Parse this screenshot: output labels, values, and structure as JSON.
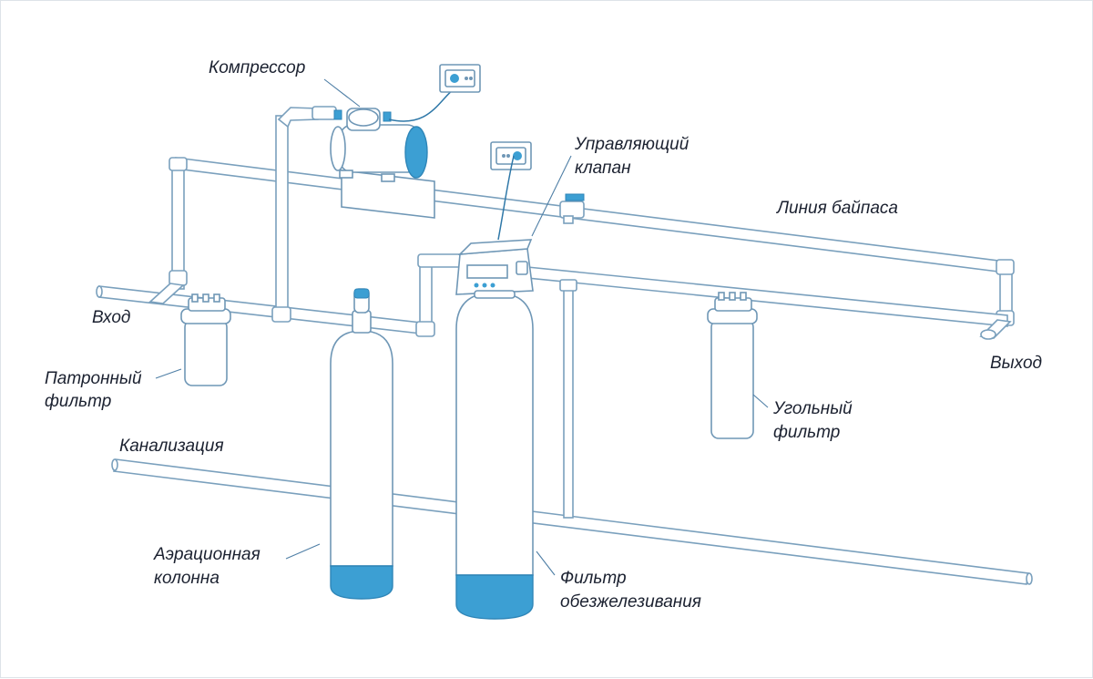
{
  "colors": {
    "line": "#7aa0bd",
    "accent_blue": "#3c9fd3",
    "text": "#1b2130",
    "background": "#ffffff"
  },
  "labels": {
    "compressor": "Компрессор",
    "control_valve_line1": "Управляющий",
    "control_valve_line2": "клапан",
    "bypass_line": "Линия байпаса",
    "inlet": "Вход",
    "outlet": "Выход",
    "cartridge_filter_line1": "Патронный",
    "cartridge_filter_line2": "фильтр",
    "carbon_filter_line1": "Угольный",
    "carbon_filter_line2": "фильтр",
    "sewer": "Канализация",
    "aeration_column_line1": "Аэрационная",
    "aeration_column_line2": "колонна",
    "iron_filter_line1": "Фильтр",
    "iron_filter_line2": "обезжелезивания"
  },
  "icons": {
    "socket_compressor": "power-socket-icon",
    "socket_valve": "power-socket-icon"
  }
}
